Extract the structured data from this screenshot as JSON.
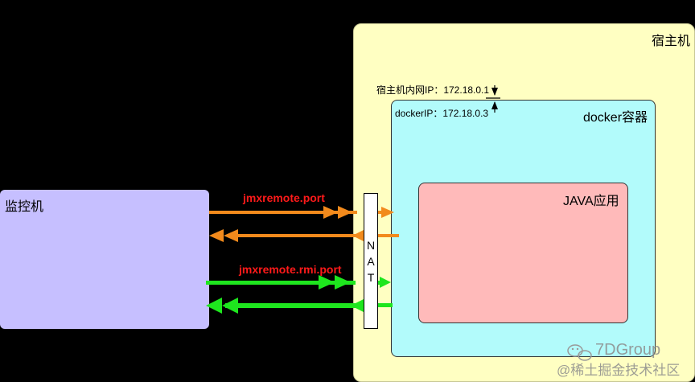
{
  "host": {
    "label": "宿主机",
    "inner_ip": "宿主机内网IP：172.18.0.1"
  },
  "docker": {
    "label": "docker容器",
    "ip": "dockerIP：172.18.0.3"
  },
  "java": {
    "label": "JAVA应用"
  },
  "monitor": {
    "label": "监控机"
  },
  "nat": {
    "letters": [
      "N",
      "A",
      "T"
    ]
  },
  "ports": {
    "jmx": "jmxremote.port",
    "rmi": "jmxremote.rmi.port"
  },
  "watermark": {
    "top": "7DGroup",
    "bottom": "@稀土掘金技术社区"
  },
  "colors": {
    "host": "#ffffc2",
    "docker": "#b2fbfb",
    "java": "#ffbaba",
    "monitor": "#c6bfff",
    "jmx_arrow": "#f28a1c",
    "rmi_arrow": "#1ee61e",
    "port_label": "#ff1a1a"
  }
}
